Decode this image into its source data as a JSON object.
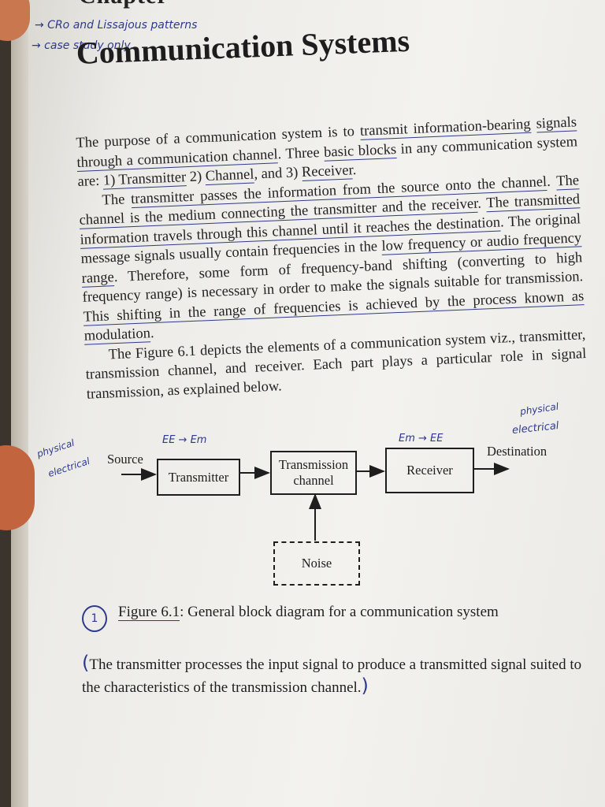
{
  "annotations": {
    "margin_note_1": "→ CRo and Lissajous patterns",
    "margin_note_2": "→ case study only.",
    "block_note_left": "EE → Em",
    "block_note_right": "Em → EE",
    "side_note_left_1": "physical",
    "side_note_left_2": "electrical",
    "side_note_right_1": "physical",
    "side_note_right_2": "electrical"
  },
  "header": {
    "chapter_partial": "Chapter",
    "title": "Communication Systems"
  },
  "body": {
    "p1": [
      {
        "t": "The purpose of a communication system is to "
      },
      {
        "t": "transmit information-bearing",
        "u": true
      },
      {
        "t": " "
      },
      {
        "t": "signals through a communication channel",
        "u": true
      },
      {
        "t": ". Three "
      },
      {
        "t": "basic blocks",
        "u": true
      },
      {
        "t": " in any communication system are: "
      },
      {
        "t": "1) Transmitter",
        "u": true
      },
      {
        "t": " 2) "
      },
      {
        "t": "Channel",
        "u": true
      },
      {
        "t": ", and 3) "
      },
      {
        "t": "Receiver",
        "u": true
      },
      {
        "t": "."
      }
    ],
    "p2": [
      {
        "t": "The "
      },
      {
        "t": "transmitter passes the information from the source onto the channel",
        "u": true
      },
      {
        "t": ". "
      },
      {
        "t": "The channel is the medium connecting the transmitter and the receiver",
        "u": true
      },
      {
        "t": ". "
      },
      {
        "t": "The transmitted information travels through this channel until it reaches the destination",
        "u": true
      },
      {
        "t": ". The original message signals usually contain frequencies in the "
      },
      {
        "t": "low frequency or audio frequency range",
        "u": true
      },
      {
        "t": ". Therefore, some form of frequency-band shifting (converting to high frequency range) is necessary in order to make the signals suitable for transmission. "
      },
      {
        "t": "This shifting in the range of frequencies is achieved by the process known as modulation",
        "u": true
      },
      {
        "t": "."
      }
    ],
    "p3": "The Figure 6.1 depicts the elements of a communication system viz., transmitter, transmission channel, and receiver. Each part plays a particular role in signal transmission, as explained below."
  },
  "diagram": {
    "source_label": "Source",
    "transmitter": "Transmitter",
    "channel_line1": "Transmission",
    "channel_line2": "channel",
    "receiver": "Receiver",
    "destination_label": "Destination",
    "noise": "Noise"
  },
  "caption": {
    "circle_number": "1",
    "figure_ref": "Figure 6.1",
    "text": ": General block diagram for a communication system"
  },
  "final_paragraph": {
    "open_paren": "(",
    "text": "The transmitter processes the input signal to produce a transmitted signal suited to the characteristics of the transmission channel.",
    "close_paren": ")"
  },
  "colors": {
    "ink": "#2d3a8c",
    "print": "#1e1e1e",
    "paper": "#f3f2ef"
  }
}
